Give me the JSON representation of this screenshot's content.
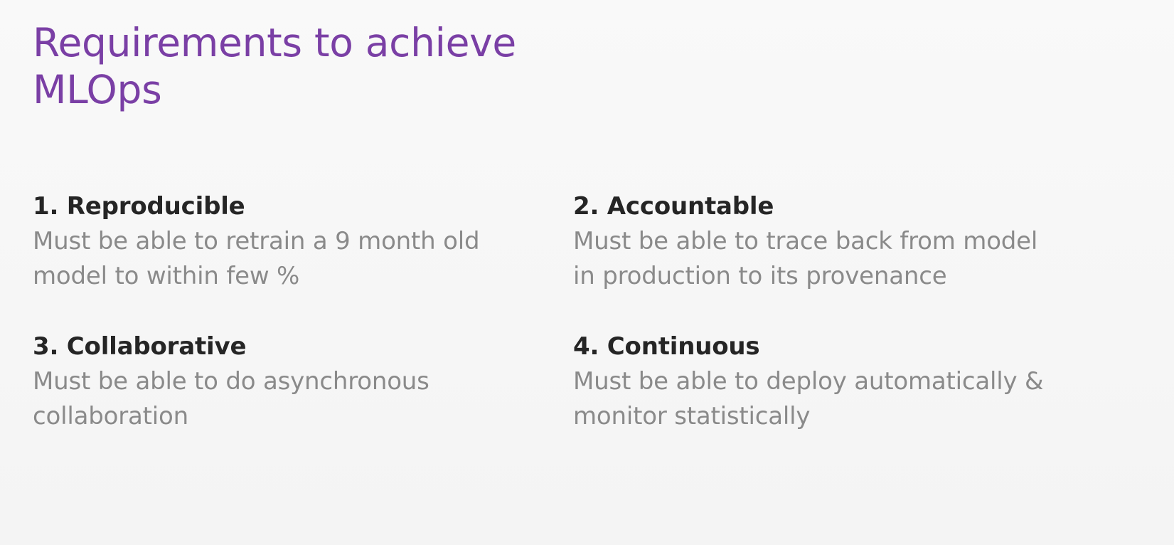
{
  "slide": {
    "title_line1": "Requirements to achieve",
    "title_line2": "MLOps",
    "accent_color": "#7a3fa5",
    "items": [
      {
        "heading": "1. Reproducible",
        "desc_line1": "Must be able to retrain a 9 month old",
        "desc_line2": "model to within few %"
      },
      {
        "heading": "2. Accountable",
        "desc_line1": "Must be able to trace back from model",
        "desc_line2": "in production to its provenance"
      },
      {
        "heading": "3. Collaborative",
        "desc_line1": "Must be able to do asynchronous",
        "desc_line2": "collaboration"
      },
      {
        "heading": "4. Continuous",
        "desc_line1": "Must be able to deploy automatically &",
        "desc_line2": "monitor statistically"
      }
    ]
  }
}
